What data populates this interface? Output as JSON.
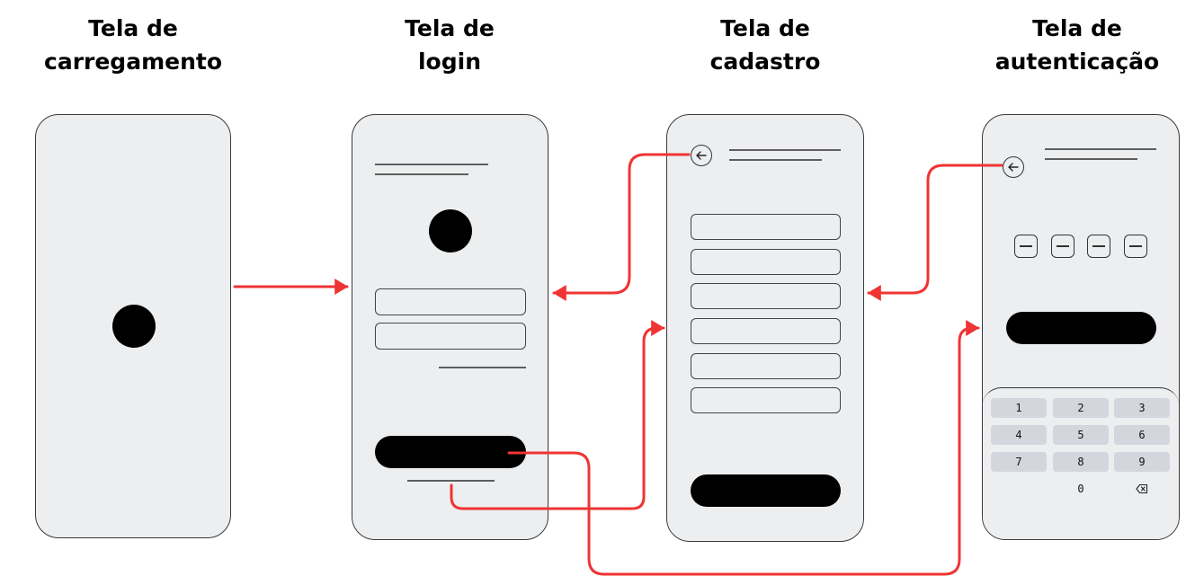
{
  "screens": [
    {
      "title_line1": "Tela de",
      "title_line2": "carregamento"
    },
    {
      "title_line1": "Tela de",
      "title_line2": "login"
    },
    {
      "title_line1": "Tela de",
      "title_line2": "cadastro"
    },
    {
      "title_line1": "Tela de",
      "title_line2": "autenticação"
    }
  ],
  "keypad": {
    "keys": [
      "1",
      "2",
      "3",
      "4",
      "5",
      "6",
      "7",
      "8",
      "9",
      "0"
    ],
    "backspace_icon": "backspace-icon"
  },
  "colors": {
    "arrow": "#ef3434",
    "phone_bg": "#eceef0",
    "key_bg": "#d3d7dd"
  }
}
